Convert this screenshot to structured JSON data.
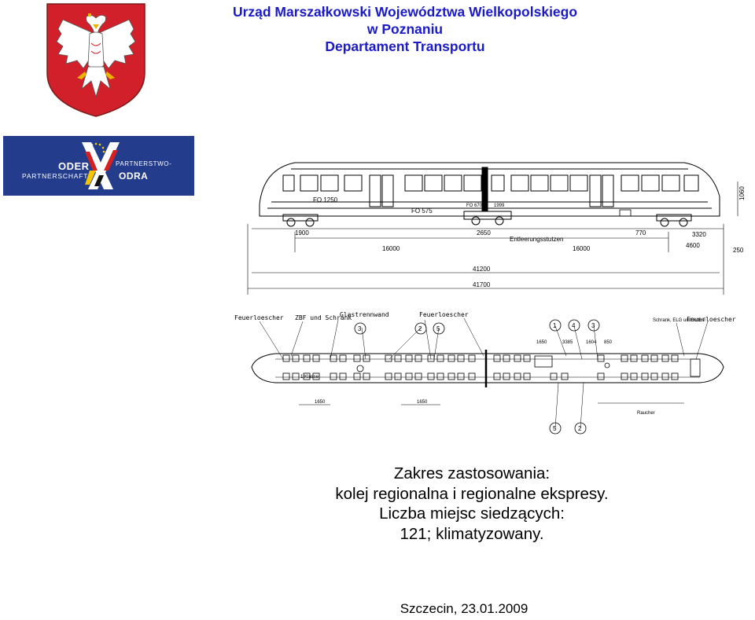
{
  "header": {
    "line1": "Urząd Marszałkowski Województwa Wielkopolskiego",
    "line2": "w Poznaniu",
    "line3": "Departament Transportu"
  },
  "partner_logo": {
    "text_left_1": "ODER",
    "text_left_2": "PARTNERSCHAFT",
    "text_right_1": "PARTNERSTWO-",
    "text_right_2": "ODRA"
  },
  "drawing": {
    "side_view": {
      "labels": [
        "FO 1250",
        "FO 575",
        "FO 670",
        "1999",
        "Entleerungsstutzen"
      ],
      "dimensions": [
        "1900",
        "2650",
        "770",
        "3320",
        "16000",
        "16000",
        "4600",
        "250",
        "41200",
        "41700",
        "1060"
      ]
    },
    "plan_view": {
      "labels": [
        "Feuerloescher",
        "ZBF und Schrank",
        "Glastrennwand",
        "Feuerloescher",
        "Schrank, ELG und Indusi",
        "Feuerloescher",
        "1.Klasse",
        "Raucher"
      ],
      "markers": [
        "3",
        "2",
        "5",
        "1",
        "4",
        "3",
        "5",
        "2"
      ],
      "dimensions": [
        "1650",
        "1650",
        "1650",
        "3385",
        "1604",
        "850"
      ]
    }
  },
  "caption": {
    "line1": "Zakres zastosowania:",
    "line2": "kolej regionalna i regionalne ekspresy.",
    "line3": "Liczba miejsc siedzących:",
    "line4": "121; klimatyzowany."
  },
  "footer": {
    "place_date": "Szczecin,   23.01.2009"
  },
  "colors": {
    "header_text": "#1a1ac8",
    "crest_red": "#d2202a",
    "logo_bg": "#233c8c"
  }
}
